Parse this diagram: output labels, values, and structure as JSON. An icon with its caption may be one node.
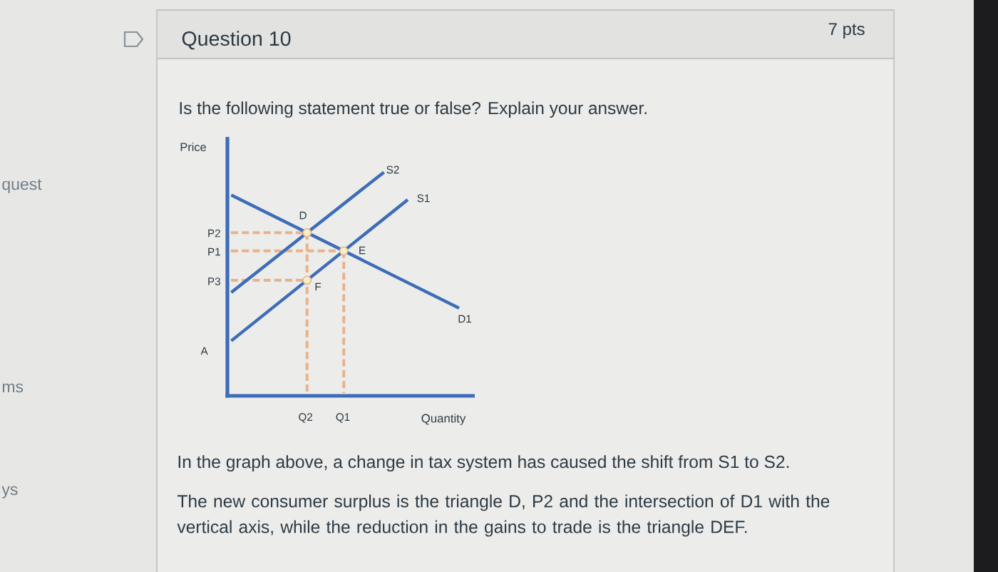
{
  "diagram": {
    "title": "Question 10",
    "labels": [
      "7 pts",
      "Is the following statement true or false? Explain your answer.",
      "Price",
      "S2",
      "S1",
      "D",
      "P2",
      "P1",
      "E",
      "P3",
      "F",
      "D1",
      "A",
      "Q2",
      "Q1",
      "Quantity",
      "In the graph above, a change in tax system has caused the shift from S1 to S2.",
      "The new consumer surplus is the triangle D, P2 and the intersection of D1 with the vertical axis, while the reduction in the gains to trade is the triangle DEF.",
      "quest",
      "ms",
      "ys"
    ]
  }
}
